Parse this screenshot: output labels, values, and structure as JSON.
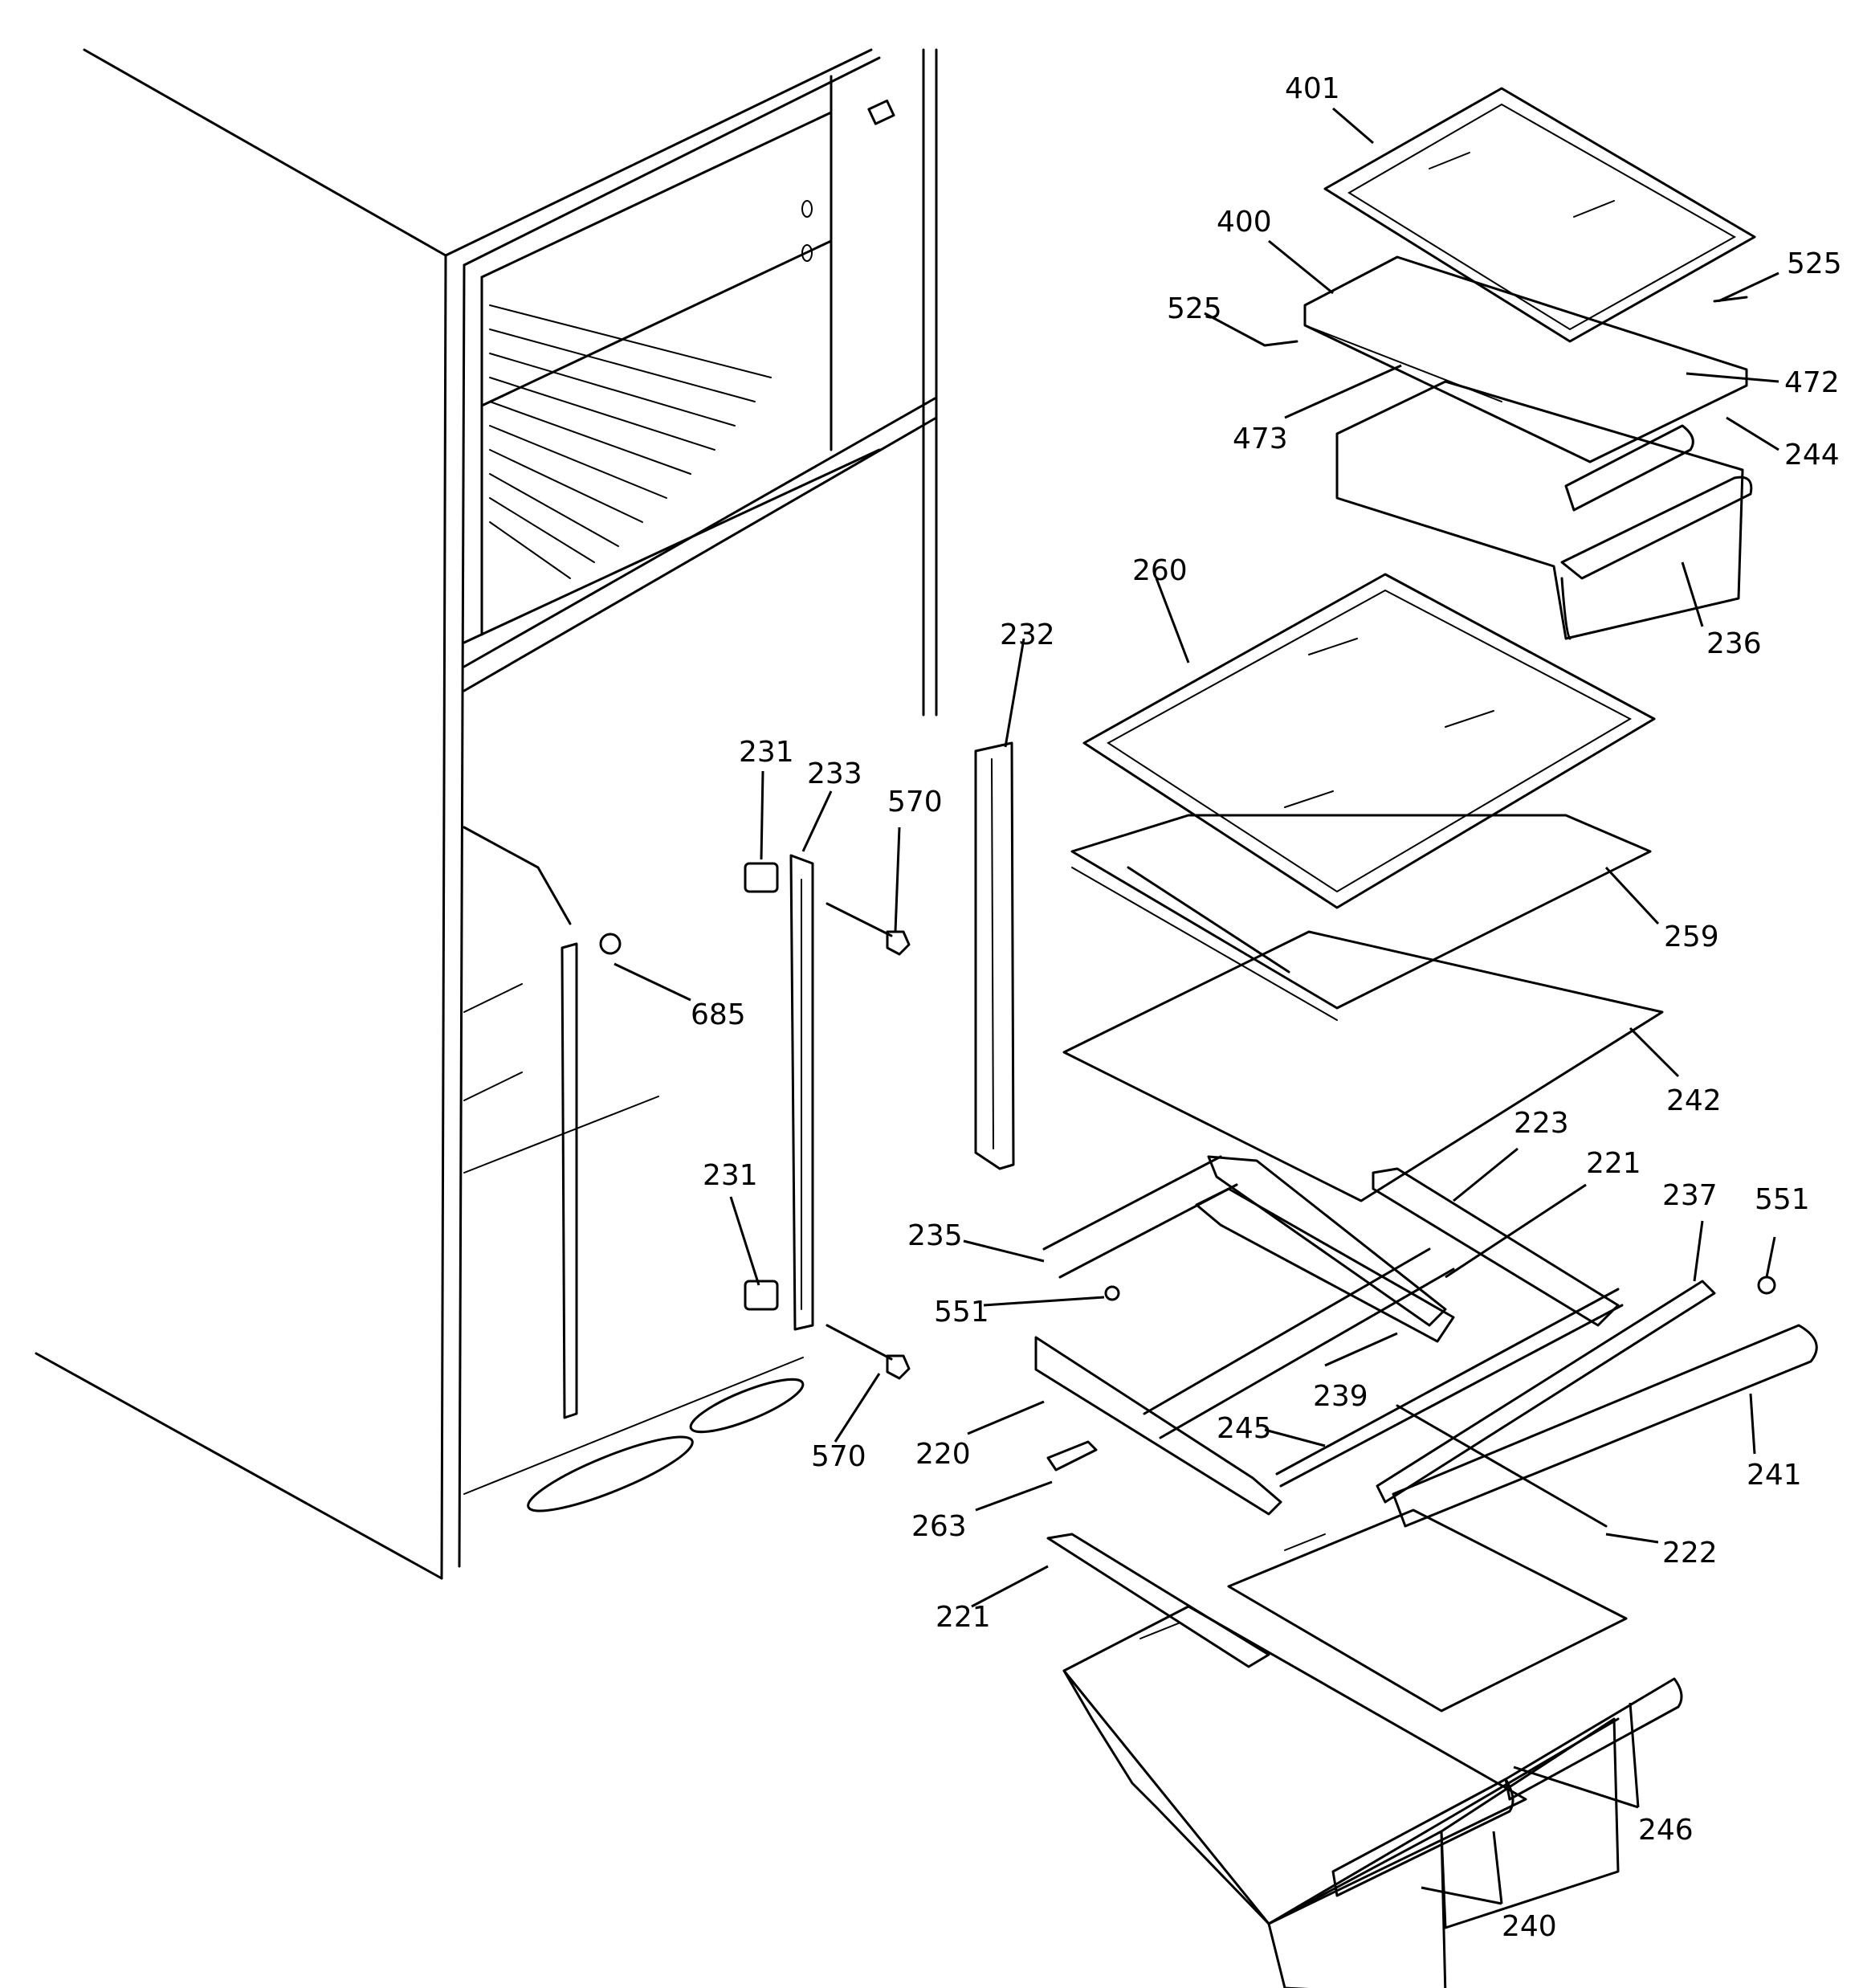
{
  "diagram": {
    "labels": {
      "p401": "401",
      "p400": "400",
      "p525a": "525",
      "p525b": "525",
      "p472": "472",
      "p473": "473",
      "p244": "244",
      "p236": "236",
      "p260": "260",
      "p259": "259",
      "p242": "242",
      "p232": "232",
      "p231a": "231",
      "p233": "233",
      "p570a": "570",
      "p685": "685",
      "p231b": "231",
      "p570b": "570",
      "p223": "223",
      "p221a": "221",
      "p237": "237",
      "p551a": "551",
      "p235": "235",
      "p551b": "551",
      "p239": "239",
      "p245": "245",
      "p241": "241",
      "p220": "220",
      "p263": "263",
      "p222": "222",
      "p221b": "221",
      "p246": "246",
      "p240": "240"
    }
  }
}
